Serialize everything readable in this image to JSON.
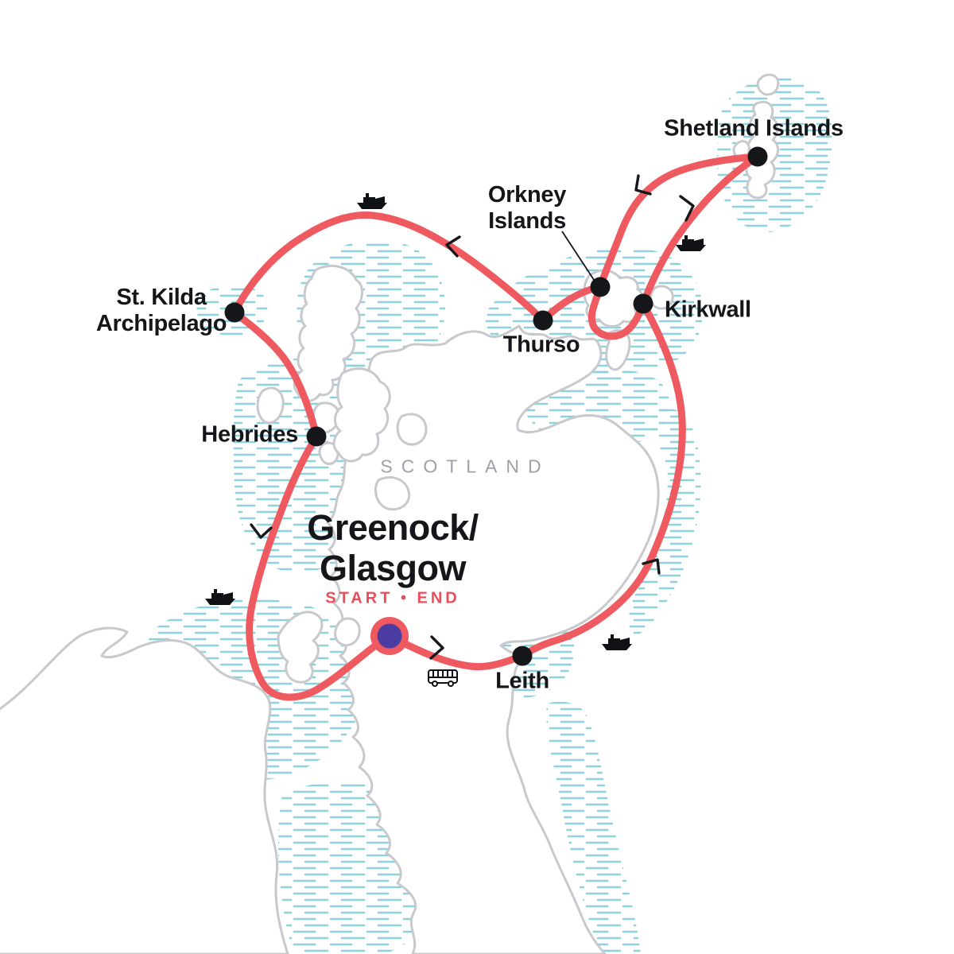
{
  "region_label": "SCOTLAND",
  "start_end": {
    "title": "Greenock/\nGlasgow",
    "subtitle": "START • END"
  },
  "stops": [
    {
      "label": "Shetland Islands"
    },
    {
      "label": "Orkney\nIslands"
    },
    {
      "label": "Kirkwall"
    },
    {
      "label": "Thurso"
    },
    {
      "label": "St. Kilda\nArchipelago"
    },
    {
      "label": "Hebrides"
    },
    {
      "label": "Leith"
    }
  ],
  "icons": {
    "ferry": "ferry-icon",
    "bus": "bus-icon",
    "direction": "chevron-arrow-icon",
    "start_end_marker": "start-end-marker"
  },
  "colors": {
    "route": "#EE5A5F",
    "marker": "#4B3CA2",
    "water": "#8CD1DB",
    "coast": "#C8C9CD",
    "ink": "#15161A",
    "accent": "#E94E58",
    "region": "#9EA1A9"
  }
}
